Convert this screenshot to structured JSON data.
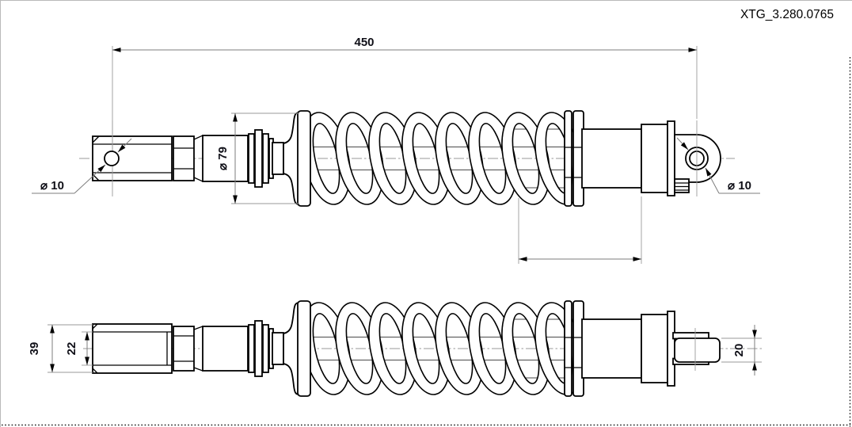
{
  "title": "XTG_3.280.0765",
  "dimensions": {
    "overall_length": "450",
    "spring_outer_diameter": "⌀ 79",
    "left_eye_hole_diameter": "⌀ 10",
    "right_eye_hole_diameter": "⌀ 10",
    "clevis_outer_height": "39",
    "clevis_slot_height": "22",
    "right_eye_width": "20"
  },
  "colors": {
    "outline": "#000000",
    "thin_line": "#7d7d7d",
    "centerline": "#9a9a9a",
    "dimension_text": "#101018",
    "background": "#ffffff"
  }
}
